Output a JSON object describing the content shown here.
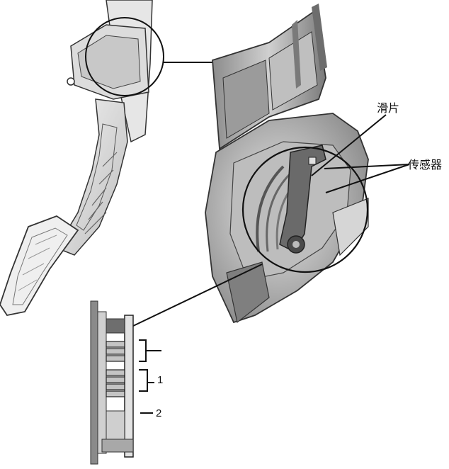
{
  "labels": {
    "slider": "滑片",
    "sensor": "传感器",
    "callout_1": "1",
    "callout_2": "2"
  },
  "colors": {
    "line": "#111111",
    "body_light": "#d9d9d9",
    "body_mid": "#a9a9a9",
    "body_dark": "#5a5a5a",
    "background": "#ffffff"
  }
}
